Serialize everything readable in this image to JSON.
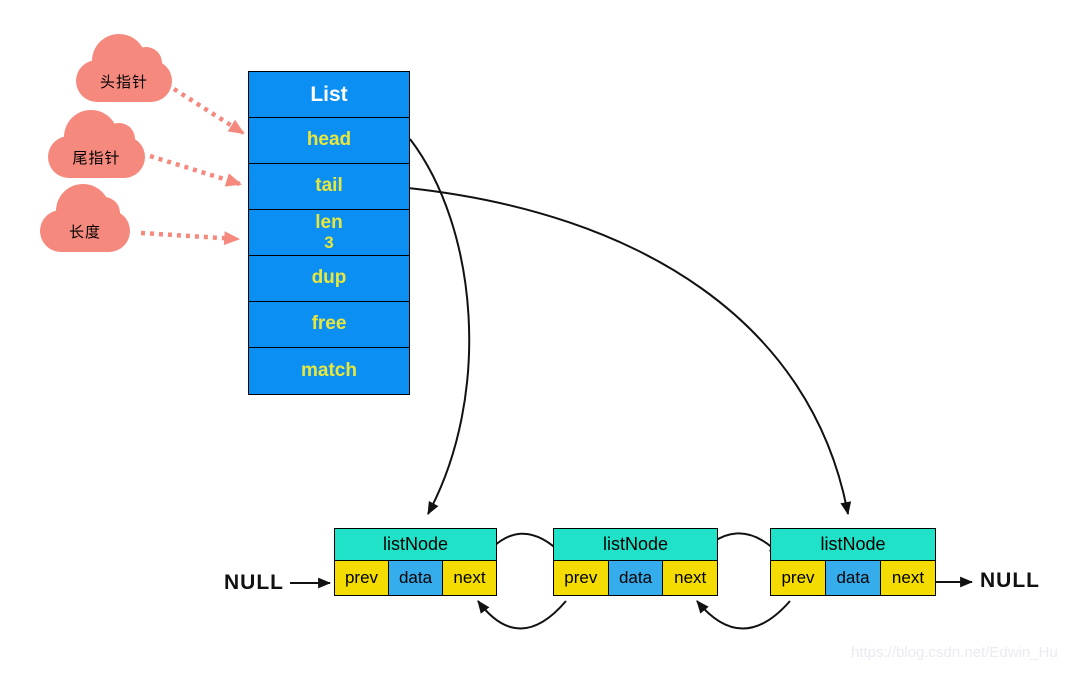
{
  "colors": {
    "table_blue": "#0C8FF2",
    "field_yellow": "#EAE73C",
    "node_cyan": "#1FE2C9",
    "cell_yellow": "#F5DC00",
    "cell_blue": "#35ADEC",
    "cloud_pink": "#F5897E",
    "ink": "#111111",
    "watermark_gray": "#EAEAF2"
  },
  "clouds": [
    {
      "label": "头指针"
    },
    {
      "label": "尾指针"
    },
    {
      "label": "长度"
    }
  ],
  "list_table": {
    "title": "List",
    "fields": [
      {
        "label": "head"
      },
      {
        "label": "tail"
      },
      {
        "label": "len",
        "value": "3"
      },
      {
        "label": "dup"
      },
      {
        "label": "free"
      },
      {
        "label": "match"
      }
    ]
  },
  "nodes": [
    {
      "title": "listNode",
      "cells": [
        "prev",
        "data",
        "next"
      ]
    },
    {
      "title": "listNode",
      "cells": [
        "prev",
        "data",
        "next"
      ]
    },
    {
      "title": "listNode",
      "cells": [
        "prev",
        "data",
        "next"
      ]
    }
  ],
  "null_labels": {
    "left": "NULL",
    "right": "NULL"
  },
  "watermark": "https://blog.csdn.net/Edwin_Hu"
}
